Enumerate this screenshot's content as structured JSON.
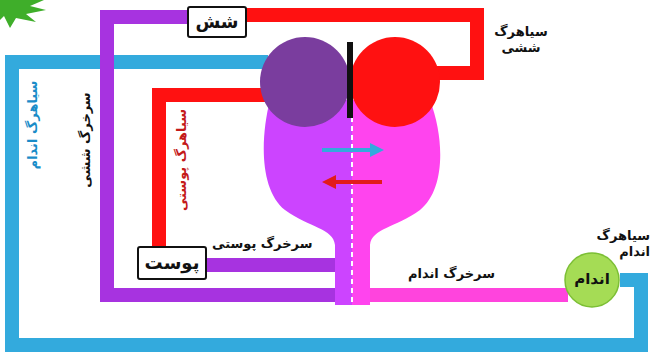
{
  "diagram": {
    "nodes": [
      {
        "text": [
          "شش"
        ]
      },
      {
        "text": [
          "پوست"
        ]
      },
      {
        "text": [
          "اندام"
        ]
      }
    ],
    "labels": [
      "سیاهرگ ششی",
      "سرخرگ ششی",
      "سیاهرگ اندام",
      "سیاهرگ پوستی",
      "سرخرگ پوستی",
      "سرخرگ اندام",
      "سیاهرگ اندام"
    ]
  }
}
